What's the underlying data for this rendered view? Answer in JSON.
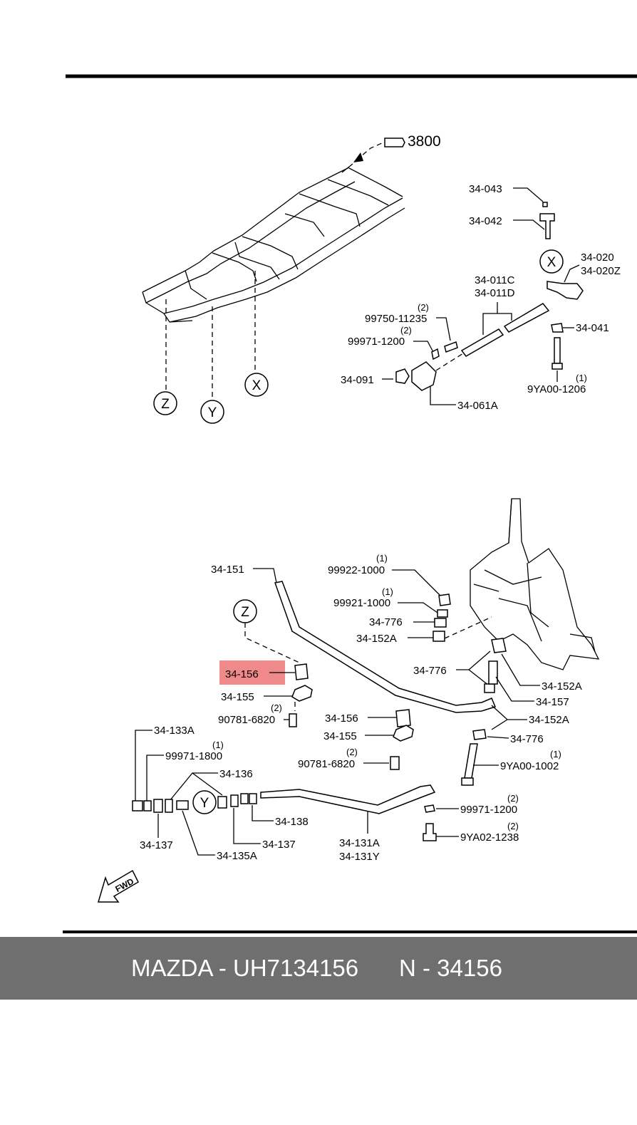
{
  "top_section": {
    "label_3800": "3800",
    "circle_x": "X",
    "circle_y": "Y",
    "circle_z": "Z",
    "labels": {
      "p34_043": "34-043",
      "p34_042": "34-042",
      "p34_020": "34-020",
      "p34_020z": "34-020Z",
      "p34_011c": "34-011C",
      "p34_011d": "34-011D",
      "p99750_11235": "99750-11235",
      "q99750": "(2)",
      "p99971_1200": "99971-1200",
      "q99971": "(2)",
      "p34_041": "34-041",
      "p34_091": "34-091",
      "p9ya00_1206": "9YA00-1206",
      "q9ya00_1206": "(1)",
      "p34_061a": "34-061A"
    }
  },
  "bottom_section": {
    "circle_z": "Z",
    "circle_y": "Y",
    "highlight_color": "#f08a8a",
    "labels": {
      "p34_151": "34-151",
      "p99922_1000": "99922-1000",
      "q99922": "(1)",
      "p99921_1000": "99921-1000",
      "q99921": "(1)",
      "p34_776_a": "34-776",
      "p34_152a_a": "34-152A",
      "p34_156_hl": "34-156",
      "p34_155_a": "34-155",
      "p90781_6820_a": "90781-6820",
      "q90781_a": "(2)",
      "p34_776_b": "34-776",
      "p34_152a_b": "34-152A",
      "p34_157": "34-157",
      "p34_152a_c": "34-152A",
      "p34_156_b": "34-156",
      "p34_155_b": "34-155",
      "p34_776_c": "34-776",
      "p90781_6820_b": "90781-6820",
      "q90781_b": "(2)",
      "p9ya00_1002": "9YA00-1002",
      "q9ya00_1002": "(1)",
      "p34_133a": "34-133A",
      "p99971_1800": "99971-1800",
      "q99971_1800": "(1)",
      "p34_136": "34-136",
      "p34_138": "34-138",
      "p99971_1200": "99971-1200",
      "q99971_1200": "(2)",
      "p9ya02_1238": "9YA02-1238",
      "q9ya02_1238": "(2)",
      "p34_137_a": "34-137",
      "p34_137_b": "34-137",
      "p34_135a": "34-135A",
      "p34_131a": "34-131A",
      "p34_131y": "34-131Y",
      "fwd": "FWD"
    }
  },
  "footer": {
    "brand_part": "MAZDA - UH7134156",
    "ref": "N - 34156"
  }
}
